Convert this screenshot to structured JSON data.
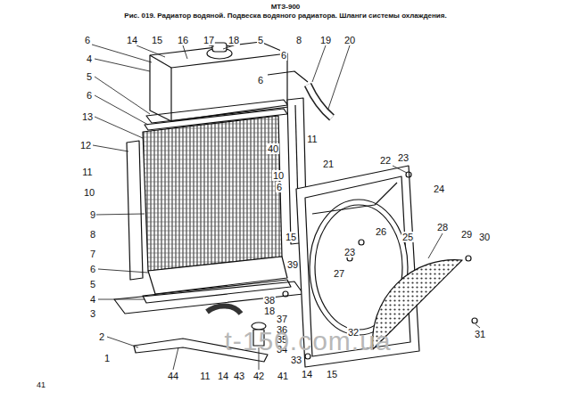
{
  "diagram": {
    "title": "МТЗ-900",
    "caption": "Рис. 019. Радиатор водяной. Подвеска водяного радиатора. Шланги системы охлаждения.",
    "labels": [
      "6",
      "14",
      "15",
      "16",
      "17",
      "18",
      "5",
      "8",
      "19",
      "20",
      "4",
      "5",
      "6",
      "13",
      "12",
      "11",
      "10",
      "9",
      "8",
      "7",
      "6",
      "5",
      "4",
      "3",
      "2",
      "1",
      "44",
      "11",
      "14",
      "43",
      "42",
      "41",
      "14",
      "15",
      "6",
      "6",
      "40",
      "10",
      "11",
      "21",
      "6",
      "15",
      "39",
      "38",
      "18",
      "37",
      "36",
      "35",
      "34",
      "33",
      "32",
      "22",
      "23",
      "24",
      "26",
      "25",
      "23",
      "27",
      "28",
      "29",
      "30",
      "31",
      "41",
      "t-150.com.ua"
    ]
  }
}
